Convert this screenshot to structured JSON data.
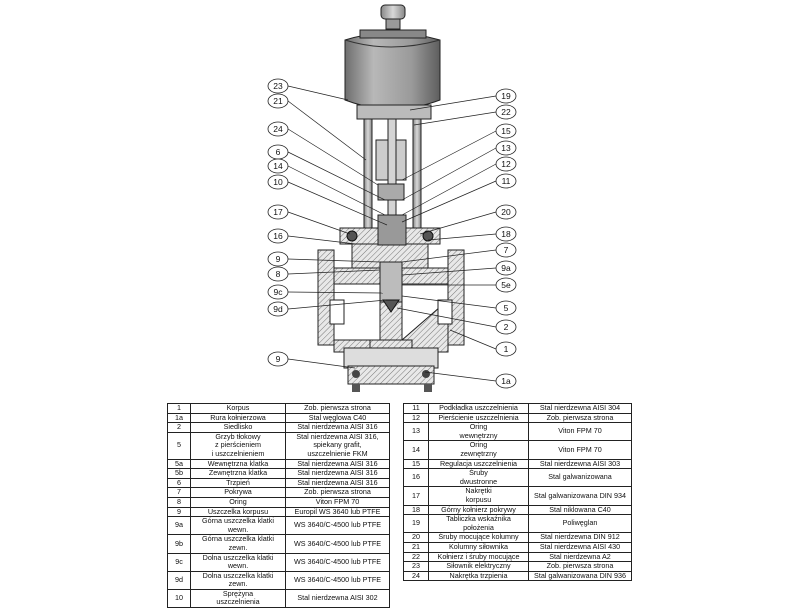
{
  "callouts": {
    "left": [
      "23",
      "21",
      "24",
      "6",
      "14",
      "10",
      "17",
      "16",
      "9",
      "8",
      "9c",
      "9d",
      "9"
    ],
    "right": [
      "19",
      "22",
      "15",
      "13",
      "12",
      "11",
      "20",
      "18",
      "7",
      "9a",
      "5e",
      "5",
      "2",
      "1",
      "1a"
    ]
  },
  "parts": [
    {
      "no": "1",
      "name": "Korpus",
      "material": "Zob. pierwsza strona"
    },
    {
      "no": "1a",
      "name": "Rura kołnierzowa",
      "material": "Stal węglowa C40"
    },
    {
      "no": "2",
      "name": "Siedlisko",
      "material": "Stal nierdzewna AISI 316"
    },
    {
      "no": "5",
      "name": "Grzyb tłokowy\nz pierścieniem\ni uszczelnieniem",
      "material": "Stal nierdzewna AISI 316,\nspiekany grafit,\nuszczelnienie FKM"
    },
    {
      "no": "5a",
      "name": "Wewnętrzna klatka",
      "material": "Stal nierdzewna AISI 316"
    },
    {
      "no": "5b",
      "name": "Zewnętrzna klatka",
      "material": "Stal nierdzewna AISI 316"
    },
    {
      "no": "6",
      "name": "Trzpień",
      "material": "Stal nierdzewna AISI 316"
    },
    {
      "no": "7",
      "name": "Pokrywa",
      "material": "Zob. pierwsza strona"
    },
    {
      "no": "8",
      "name": "Oring",
      "material": "Viton FPM 70"
    },
    {
      "no": "9",
      "name": "Uszczelka korpusu",
      "material": "Europil WS 3640 lub PTFE"
    },
    {
      "no": "9a",
      "name": "Górna uszczelka klatki\nwewn.",
      "material": "WS 3640/C-4500 lub PTFE"
    },
    {
      "no": "9b",
      "name": "Górna uszczelka klatki\nzewn.",
      "material": "WS 3640/C-4500 lub PTFE"
    },
    {
      "no": "9c",
      "name": "Dolna uszczelka klatki\nwewn.",
      "material": "WS 3640/C-4500 lub PTFE"
    },
    {
      "no": "9d",
      "name": "Dolna uszczelka klatki\nzewn.",
      "material": "WS 3640/C-4500 lub PTFE"
    },
    {
      "no": "10",
      "name": "Sprężyna\nuszczelnienia",
      "material": "Stal nierdzewna AISI 302"
    },
    {
      "no": "11",
      "name": "Podkładka uszczelnienia",
      "material": "Stal nierdzewna AISI 304"
    },
    {
      "no": "12",
      "name": "Pierścienie uszczelnienia",
      "material": "Zob. pierwsza strona"
    },
    {
      "no": "13",
      "name": "Oring\nwewnętrzny",
      "material": "Viton FPM 70"
    },
    {
      "no": "14",
      "name": "Oring\nzewnętrzny",
      "material": "Viton FPM 70"
    },
    {
      "no": "15",
      "name": "Regulacja uszczelnienia",
      "material": "Stal nierdzewna AISI 303"
    },
    {
      "no": "16",
      "name": "Śruby\ndwustronne",
      "material": "Stal galwanizowana"
    },
    {
      "no": "17",
      "name": "Nakrętki\nkorpusu",
      "material": "Stal galwanizowana DIN 934"
    },
    {
      "no": "18",
      "name": "Górny kołnierz pokrywy",
      "material": "Stal niklowana C40"
    },
    {
      "no": "19",
      "name": "Tabliczka wskaźnika\npołożenia",
      "material": "Poliwęglan"
    },
    {
      "no": "20",
      "name": "Śruby mocujące kolumny",
      "material": "Stal nierdzewna DIN 912"
    },
    {
      "no": "21",
      "name": "Kolumny siłownika",
      "material": "Stal nierdzewna AISI 430"
    },
    {
      "no": "22",
      "name": "Kołnierz i śruby mocujące",
      "material": "Stal nierdzewna A2"
    },
    {
      "no": "23",
      "name": "Siłownik elektryczny",
      "material": "Zob. pierwsza strona"
    },
    {
      "no": "24",
      "name": "Nakrętka trzpienia",
      "material": "Stal galwanizowana DIN 936"
    }
  ]
}
